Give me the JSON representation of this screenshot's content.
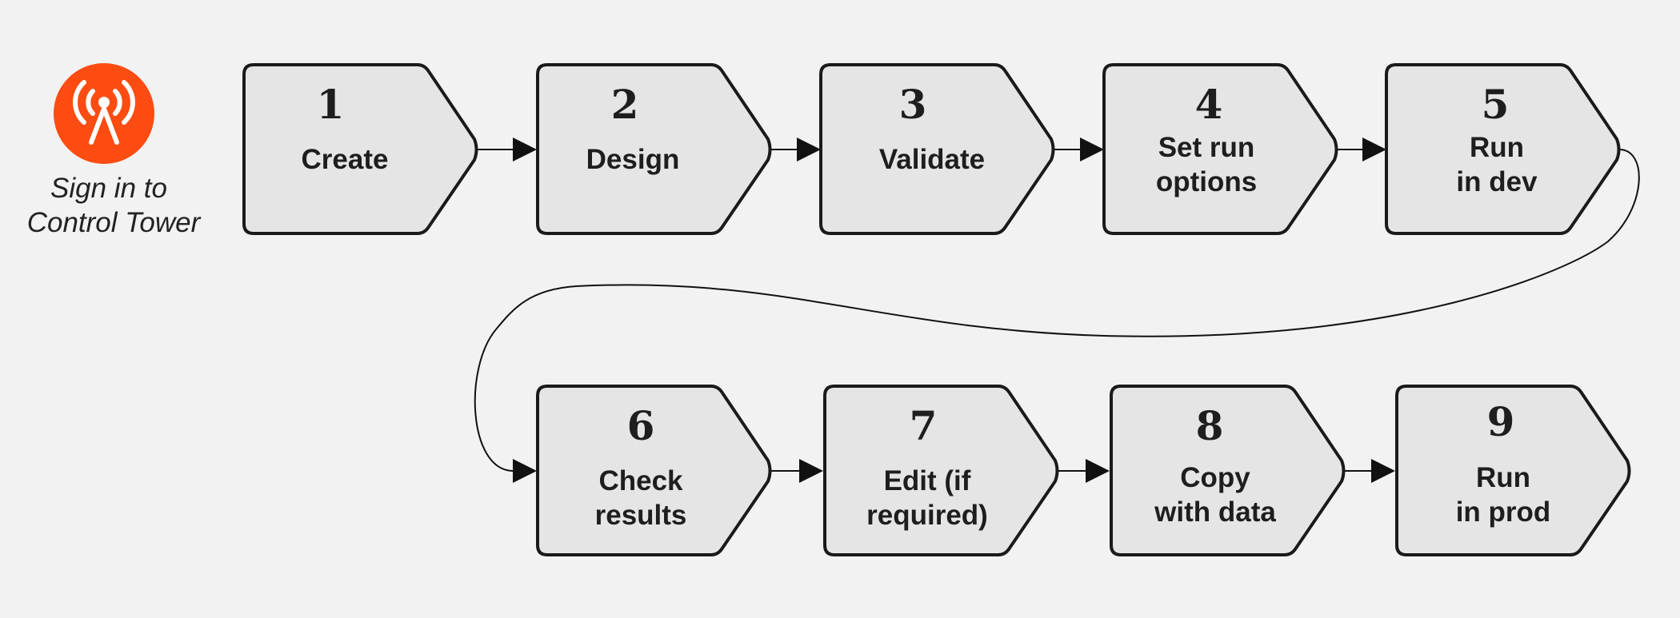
{
  "signin": {
    "caption_line1": "Sign in to",
    "caption_line2": "Control Tower",
    "icon": "radio-tower-icon",
    "icon_color": "#fc4c12"
  },
  "colors": {
    "background": "#f2f2f2",
    "box_fill": "#e5e5e5",
    "box_stroke": "#1a1a1a",
    "text": "#1e1e1e"
  },
  "steps": [
    {
      "number": "1",
      "label_line1": "Create",
      "label_line2": ""
    },
    {
      "number": "2",
      "label_line1": "Design",
      "label_line2": ""
    },
    {
      "number": "3",
      "label_line1": "Validate",
      "label_line2": ""
    },
    {
      "number": "4",
      "label_line1": "Set run",
      "label_line2": "options"
    },
    {
      "number": "5",
      "label_line1": "Run",
      "label_line2": "in dev"
    },
    {
      "number": "6",
      "label_line1": "Check",
      "label_line2": "results"
    },
    {
      "number": "7",
      "label_line1": "Edit (if",
      "label_line2": "required)"
    },
    {
      "number": "8",
      "label_line1": "Copy",
      "label_line2": "with data"
    },
    {
      "number": "9",
      "label_line1": "Run",
      "label_line2": "in prod"
    }
  ]
}
